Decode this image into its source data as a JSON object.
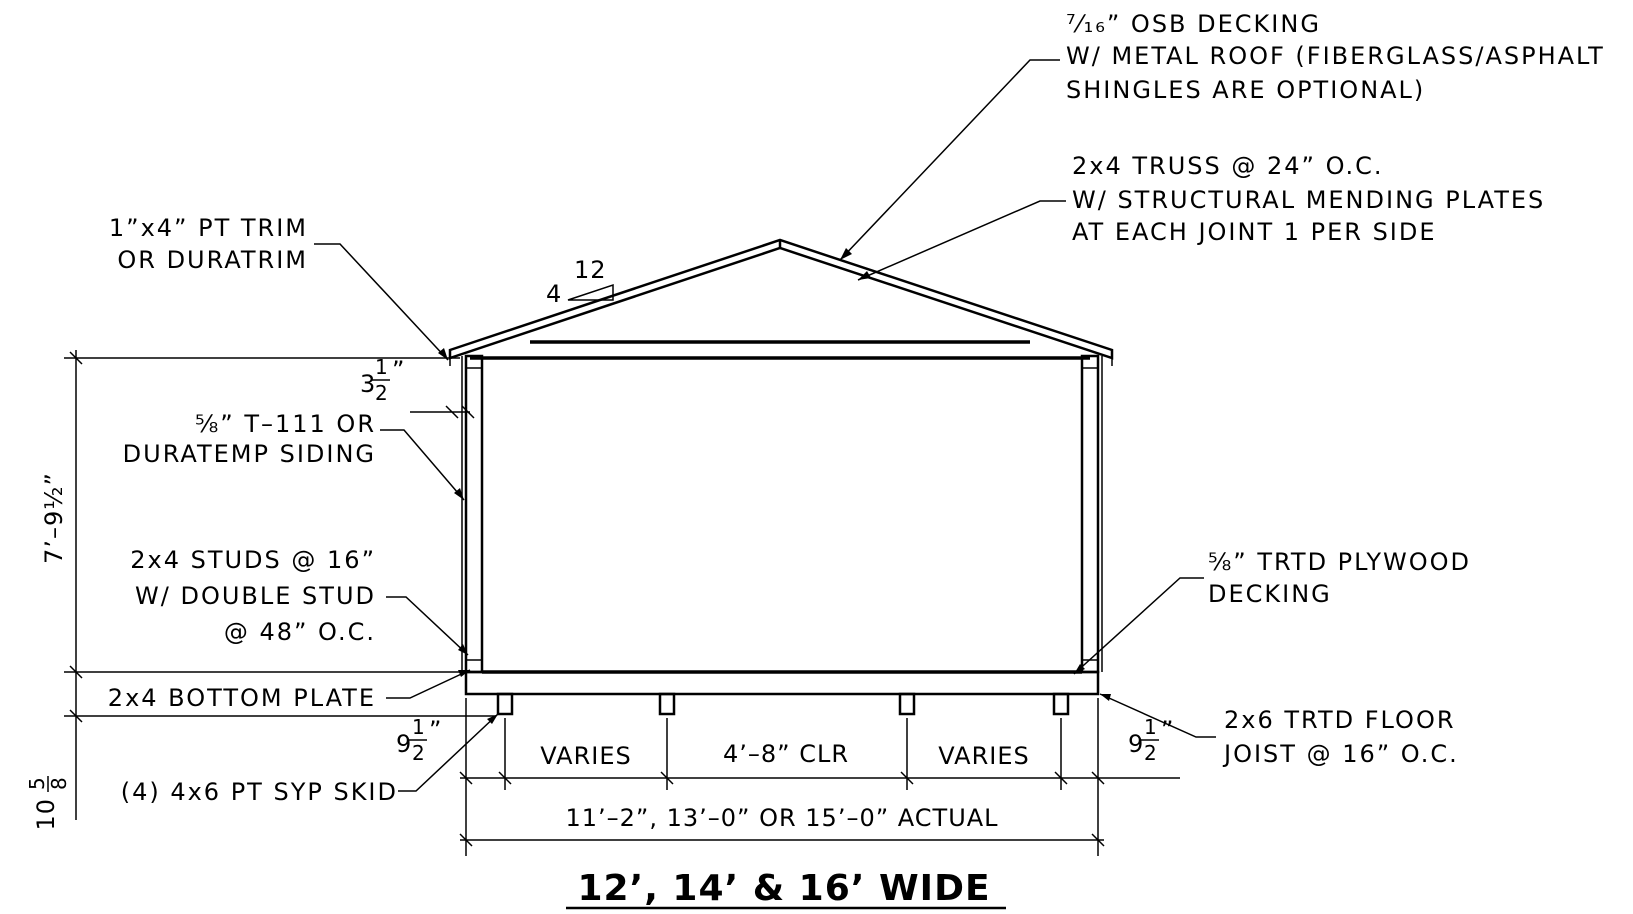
{
  "title": "12’, 14’ & 16’ WIDE",
  "notes": {
    "roof_decking": [
      "⁷⁄₁₆” OSB DECKING",
      "W/ METAL ROOF (FIBERGLASS/ASPHALT",
      "SHINGLES ARE OPTIONAL)"
    ],
    "truss": [
      "2x4 TRUSS @ 24” O.C.",
      "W/ STRUCTURAL MENDING PLATES",
      "AT EACH JOINT 1 PER SIDE"
    ],
    "trim": [
      "1”x4” PT TRIM",
      "OR DURATRIM"
    ],
    "siding": [
      "⅝” T–111 OR",
      "DURATEMP SIDING"
    ],
    "studs": [
      "2x4 STUDS @ 16”",
      "W/ DOUBLE STUD",
      "@ 48” O.C."
    ],
    "bottom_plate": "2x4 BOTTOM PLATE",
    "skid": "(4) 4x6 PT SYP SKID",
    "floor_decking": [
      "⅝” TRTD PLYWOOD",
      "DECKING"
    ],
    "floor_joist": [
      "2x6 TRTD FLOOR",
      "JOIST @ 16” O.C."
    ]
  },
  "pitch": {
    "rise": "4",
    "run": "12"
  },
  "dimensions": {
    "wall_height": "7’–9½”",
    "floor_height_whole": "10",
    "floor_height_num": "5",
    "floor_height_den": "8",
    "plate_whole": "3",
    "plate_num": "1",
    "plate_den": "2",
    "overhang_left_whole": "9",
    "overhang_left_num": "1",
    "overhang_left_den": "2",
    "overhang_right_whole": "9",
    "overhang_right_num": "1",
    "overhang_right_den": "2",
    "span_left": "VARIES",
    "span_center": "4’–8” CLR",
    "span_right": "VARIES",
    "overall": "11’–2”, 13’–0” OR 15’–0” ACTUAL"
  }
}
